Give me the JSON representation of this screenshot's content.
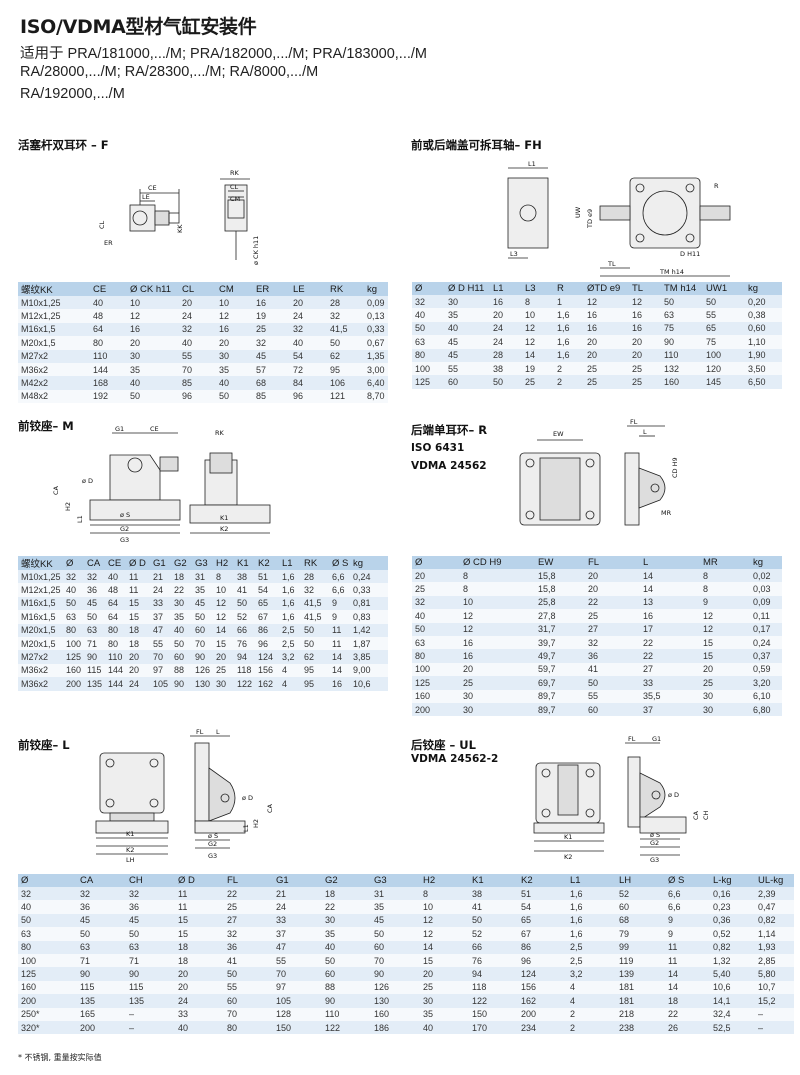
{
  "header": {
    "title": "ISO/VDMA型材气缸安装件",
    "subtitle_lines": [
      "适用于 PRA/181000,.../M; PRA/182000,.../M; PRA/183000,.../M",
      "RA/28000,.../M; RA/28300,.../M; RA/8000,.../M",
      "RA/192000,.../M"
    ]
  },
  "s1": {
    "title": "活塞杆双耳环 – F",
    "dims": {
      "ce": "CE",
      "le": "LE",
      "cl": "CL",
      "kk": "KK",
      "er": "ER",
      "rk": "RK",
      "cl2": "CL",
      "cm": "CM",
      "ck": "ø CK h11"
    },
    "headers": [
      "螺纹KK",
      "CE",
      "Ø CK h11",
      "CL",
      "CM",
      "ER",
      "LE",
      "RK",
      "kg"
    ],
    "rows": [
      [
        "M10x1,25",
        "40",
        "10",
        "20",
        "10",
        "16",
        "20",
        "28",
        "0,09"
      ],
      [
        "M12x1,25",
        "48",
        "12",
        "24",
        "12",
        "19",
        "24",
        "32",
        "0,13"
      ],
      [
        "M16x1,5",
        "64",
        "16",
        "32",
        "16",
        "25",
        "32",
        "41,5",
        "0,33"
      ],
      [
        "M20x1,5",
        "80",
        "20",
        "40",
        "20",
        "32",
        "40",
        "50",
        "0,67"
      ],
      [
        "M27x2",
        "110",
        "30",
        "55",
        "30",
        "45",
        "54",
        "62",
        "1,35"
      ],
      [
        "M36x2",
        "144",
        "35",
        "70",
        "35",
        "57",
        "72",
        "95",
        "3,00"
      ],
      [
        "M42x2",
        "168",
        "40",
        "85",
        "40",
        "68",
        "84",
        "106",
        "6,40"
      ],
      [
        "M48x2",
        "192",
        "50",
        "96",
        "50",
        "85",
        "96",
        "121",
        "8,70"
      ]
    ]
  },
  "s2": {
    "title": "前或后端盖可拆耳轴– FH",
    "dims": {
      "l1": "L1",
      "l3": "L3",
      "uw": "UW",
      "td": "TD e9",
      "d": "D H11",
      "r": "R",
      "tl": "TL",
      "tm": "TM h14"
    },
    "headers": [
      "Ø",
      "Ø D H11",
      "L1",
      "L3",
      "R",
      "ØTD e9",
      "TL",
      "TM h14",
      "UW1",
      "kg"
    ],
    "rows": [
      [
        "32",
        "30",
        "16",
        "8",
        "1",
        "12",
        "12",
        "50",
        "50",
        "0,20"
      ],
      [
        "40",
        "35",
        "20",
        "10",
        "1,6",
        "16",
        "16",
        "63",
        "55",
        "0,38"
      ],
      [
        "50",
        "40",
        "24",
        "12",
        "1,6",
        "16",
        "16",
        "75",
        "65",
        "0,60"
      ],
      [
        "63",
        "45",
        "24",
        "12",
        "1,6",
        "20",
        "20",
        "90",
        "75",
        "1,10"
      ],
      [
        "80",
        "45",
        "28",
        "14",
        "1,6",
        "20",
        "20",
        "110",
        "100",
        "1,90"
      ],
      [
        "100",
        "55",
        "38",
        "19",
        "2",
        "25",
        "25",
        "132",
        "120",
        "3,50"
      ],
      [
        "125",
        "60",
        "50",
        "25",
        "2",
        "25",
        "25",
        "160",
        "145",
        "6,50"
      ]
    ]
  },
  "s3": {
    "title": "前铰座– M",
    "dims": {
      "g1": "G1",
      "ce": "CE",
      "ca": "CA",
      "d": "ø D",
      "h2": "H2",
      "l1": "L1",
      "s": "ø S",
      "g2": "G2",
      "g3": "G3",
      "rk": "RK",
      "k1": "K1",
      "k2": "K2"
    },
    "headers": [
      "螺纹KK",
      "Ø",
      "CA",
      "CE",
      "Ø D",
      "G1",
      "G2",
      "G3",
      "H2",
      "K1",
      "K2",
      "L1",
      "RK",
      "Ø S",
      "kg"
    ],
    "rows": [
      [
        "M10x1,25",
        "32",
        "32",
        "40",
        "11",
        "21",
        "18",
        "31",
        "8",
        "38",
        "51",
        "1,6",
        "28",
        "6,6",
        "0,24"
      ],
      [
        "M12x1,25",
        "40",
        "36",
        "48",
        "11",
        "24",
        "22",
        "35",
        "10",
        "41",
        "54",
        "1,6",
        "32",
        "6,6",
        "0,33"
      ],
      [
        "M16x1,5",
        "50",
        "45",
        "64",
        "15",
        "33",
        "30",
        "45",
        "12",
        "50",
        "65",
        "1,6",
        "41,5",
        "9",
        "0,81"
      ],
      [
        "M16x1,5",
        "63",
        "50",
        "64",
        "15",
        "37",
        "35",
        "50",
        "12",
        "52",
        "67",
        "1,6",
        "41,5",
        "9",
        "0,83"
      ],
      [
        "M20x1,5",
        "80",
        "63",
        "80",
        "18",
        "47",
        "40",
        "60",
        "14",
        "66",
        "86",
        "2,5",
        "50",
        "11",
        "1,42"
      ],
      [
        "M20x1,5",
        "100",
        "71",
        "80",
        "18",
        "55",
        "50",
        "70",
        "15",
        "76",
        "96",
        "2,5",
        "50",
        "11",
        "1,87"
      ],
      [
        "M27x2",
        "125",
        "90",
        "110",
        "20",
        "70",
        "60",
        "90",
        "20",
        "94",
        "124",
        "3,2",
        "62",
        "14",
        "3,85"
      ],
      [
        "M36x2",
        "160",
        "115",
        "144",
        "20",
        "97",
        "88",
        "126",
        "25",
        "118",
        "156",
        "4",
        "95",
        "14",
        "9,00"
      ],
      [
        "M36x2",
        "200",
        "135",
        "144",
        "24",
        "105",
        "90",
        "130",
        "30",
        "122",
        "162",
        "4",
        "95",
        "16",
        "10,6"
      ]
    ]
  },
  "s4": {
    "title": "后端单耳环– R",
    "iso": "ISO 6431",
    "vdma": "VDMA 24562",
    "dims": {
      "ew": "EW",
      "fl": "FL",
      "l": "L",
      "cd": "CD H9",
      "mr": "MR"
    },
    "headers": [
      "Ø",
      "Ø CD H9",
      "EW",
      "FL",
      "L",
      "MR",
      "kg"
    ],
    "rows": [
      [
        "20",
        "8",
        "15,8",
        "20",
        "14",
        "8",
        "0,02"
      ],
      [
        "25",
        "8",
        "15,8",
        "20",
        "14",
        "8",
        "0,03"
      ],
      [
        "32",
        "10",
        "25,8",
        "22",
        "13",
        "9",
        "0,09"
      ],
      [
        "40",
        "12",
        "27,8",
        "25",
        "16",
        "12",
        "0,11"
      ],
      [
        "50",
        "12",
        "31,7",
        "27",
        "17",
        "12",
        "0,17"
      ],
      [
        "63",
        "16",
        "39,7",
        "32",
        "22",
        "15",
        "0,24"
      ],
      [
        "80",
        "16",
        "49,7",
        "36",
        "22",
        "15",
        "0,37"
      ],
      [
        "100",
        "20",
        "59,7",
        "41",
        "27",
        "20",
        "0,59"
      ],
      [
        "125",
        "25",
        "69,7",
        "50",
        "33",
        "25",
        "3,20"
      ],
      [
        "160",
        "30",
        "89,7",
        "55",
        "35,5",
        "30",
        "6,10"
      ],
      [
        "200",
        "30",
        "89,7",
        "60",
        "37",
        "30",
        "6,80"
      ]
    ]
  },
  "s5": {
    "title": "前铰座– L",
    "dims": {
      "fl": "FL",
      "l": "L",
      "d": "ø D",
      "ca": "CA",
      "h2": "H2",
      "l1": "L1",
      "s": "ø S",
      "g2": "G2",
      "g3": "G3",
      "k1": "K1",
      "k2": "K2",
      "lh": "LH"
    }
  },
  "s6": {
    "title": "后铰座 – UL",
    "vdma": "VDMA 24562-2",
    "dims": {
      "fl": "FL",
      "g1": "G1",
      "ca": "CA",
      "ch": "CH",
      "d": "ø D",
      "s": "ø S",
      "g2": "G2",
      "g3": "G3",
      "k1": "K1",
      "k2": "K2"
    }
  },
  "s7": {
    "headers": [
      "Ø",
      "CA",
      "CH",
      "Ø D",
      "FL",
      "G1",
      "G2",
      "G3",
      "H2",
      "K1",
      "K2",
      "L1",
      "LH",
      "Ø S",
      "L-kg",
      "UL-kg"
    ],
    "rows": [
      [
        "32",
        "32",
        "32",
        "11",
        "22",
        "21",
        "18",
        "31",
        "8",
        "38",
        "51",
        "1,6",
        "52",
        "6,6",
        "0,16",
        "2,39"
      ],
      [
        "40",
        "36",
        "36",
        "11",
        "25",
        "24",
        "22",
        "35",
        "10",
        "41",
        "54",
        "1,6",
        "60",
        "6,6",
        "0,23",
        "0,47"
      ],
      [
        "50",
        "45",
        "45",
        "15",
        "27",
        "33",
        "30",
        "45",
        "12",
        "50",
        "65",
        "1,6",
        "68",
        "9",
        "0,36",
        "0,82"
      ],
      [
        "63",
        "50",
        "50",
        "15",
        "32",
        "37",
        "35",
        "50",
        "12",
        "52",
        "67",
        "1,6",
        "79",
        "9",
        "0,52",
        "1,14"
      ],
      [
        "80",
        "63",
        "63",
        "18",
        "36",
        "47",
        "40",
        "60",
        "14",
        "66",
        "86",
        "2,5",
        "99",
        "11",
        "0,82",
        "1,93"
      ],
      [
        "100",
        "71",
        "71",
        "18",
        "41",
        "55",
        "50",
        "70",
        "15",
        "76",
        "96",
        "2,5",
        "119",
        "11",
        "1,32",
        "2,85"
      ],
      [
        "125",
        "90",
        "90",
        "20",
        "50",
        "70",
        "60",
        "90",
        "20",
        "94",
        "124",
        "3,2",
        "139",
        "14",
        "5,40",
        "5,80"
      ],
      [
        "160",
        "115",
        "115",
        "20",
        "55",
        "97",
        "88",
        "126",
        "25",
        "118",
        "156",
        "4",
        "181",
        "14",
        "10,6",
        "10,7"
      ],
      [
        "200",
        "135",
        "135",
        "24",
        "60",
        "105",
        "90",
        "130",
        "30",
        "122",
        "162",
        "4",
        "181",
        "18",
        "14,1",
        "15,2"
      ],
      [
        "250*",
        "165",
        "–",
        "33",
        "70",
        "128",
        "110",
        "160",
        "35",
        "150",
        "200",
        "2",
        "218",
        "22",
        "32,4",
        "–"
      ],
      [
        "320*",
        "200",
        "–",
        "40",
        "80",
        "150",
        "122",
        "186",
        "40",
        "170",
        "234",
        "2",
        "238",
        "26",
        "52,5",
        "–"
      ]
    ]
  },
  "footnote": "* 不锈钢, 重量按实际值"
}
